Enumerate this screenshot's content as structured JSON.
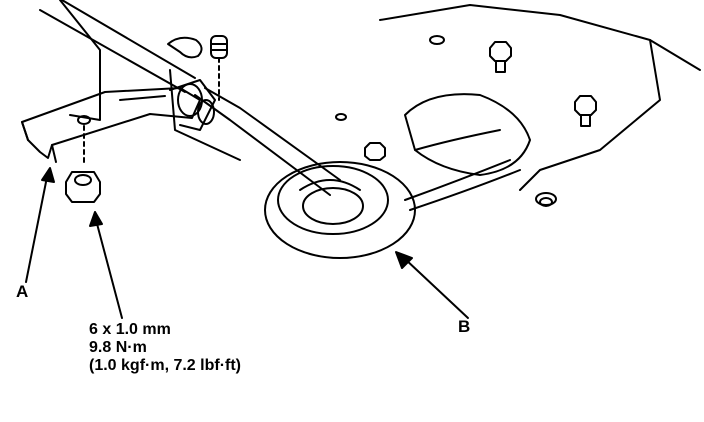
{
  "callouts": {
    "a": "A",
    "b": "B"
  },
  "torque_spec": {
    "size": "6 x 1.0 mm",
    "torque_nm": "9.8 N·m",
    "torque_alt": "(1.0 kgf·m, 7.2 lbf·ft)"
  }
}
